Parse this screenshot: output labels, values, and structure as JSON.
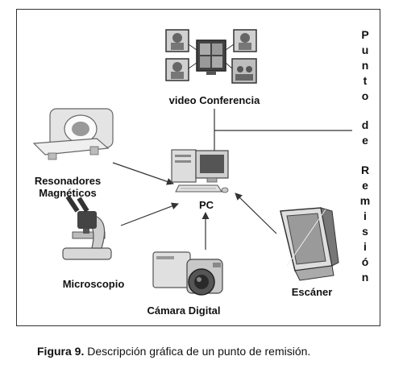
{
  "diagram": {
    "nodes": {
      "video": {
        "label": "video Conferencia",
        "icon": "video-conference-icon"
      },
      "pc": {
        "label": "PC",
        "icon": "desktop-computer-icon"
      },
      "mri": {
        "label_line1": "Resonadores",
        "label_line2": "Magnéticos",
        "icon": "mri-scanner-icon"
      },
      "microscope": {
        "label": "Microscopio",
        "icon": "microscope-icon"
      },
      "camera": {
        "label": "Cámara Digital",
        "icon": "digital-camera-icon"
      },
      "scanner": {
        "label": "Escáner",
        "icon": "scanner-icon"
      }
    },
    "side_title": [
      "P",
      "u",
      "n",
      "t",
      "o",
      "",
      "d",
      "e",
      "",
      "R",
      "e",
      "m",
      "i",
      "s",
      "i",
      "ó",
      "n"
    ]
  },
  "caption": {
    "figure": "Figura 9.",
    "text": " Descripción gráfica de un punto de remisión."
  }
}
